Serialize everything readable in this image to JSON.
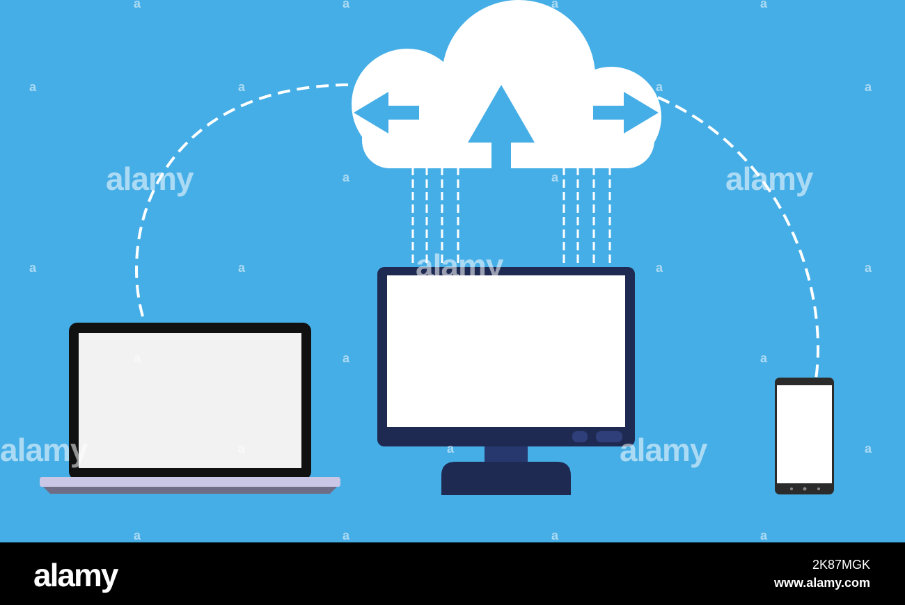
{
  "watermark": {
    "big_text": "alamy",
    "small_text": "a"
  },
  "footer": {
    "logo": "alamy",
    "image_id": "2K87MGK",
    "url": "www.alamy.com"
  },
  "colors": {
    "background": "#46aee6",
    "cloud": "#ffffff",
    "monitor_frame": "#1f2a52",
    "laptop_frame": "#111111",
    "laptop_screen": "#f2f2f2",
    "laptop_base": "#c9c6e6"
  },
  "icons": [
    "cloud-icon",
    "upload-arrow-icon",
    "left-arrow-icon",
    "right-arrow-icon",
    "laptop-icon",
    "monitor-icon",
    "smartphone-icon"
  ]
}
